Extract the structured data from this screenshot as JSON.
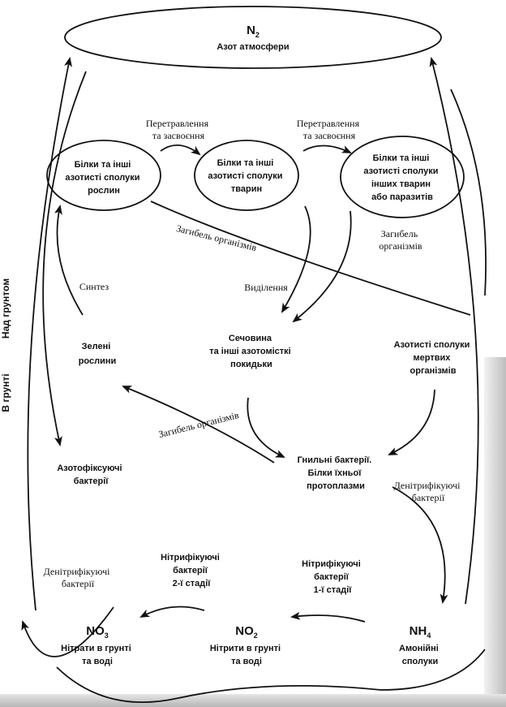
{
  "nodes": {
    "atmosphere": {
      "formula": "N",
      "sub": "2",
      "label": "Азот атмосфери"
    },
    "plants": [
      "Білки та інші",
      "азотисті сполуки",
      "рослин"
    ],
    "animals": [
      "Білки та інші",
      "азотисті сполуки",
      "тварин"
    ],
    "parasites": [
      "Білки та інші",
      "азотисті сполуки",
      "інших тварин",
      "або паразитів"
    ],
    "green_plants": [
      "Зелені",
      "рослини"
    ],
    "urea": [
      "Сечовина",
      "та інші азотомісткі",
      "покидьки"
    ],
    "dead": [
      "Азотисті сполуки",
      "мертвих",
      "організмів"
    ],
    "nitrogen_fixing": [
      "Азотофіксуючі",
      "бактерії"
    ],
    "putrefactive": [
      "Гнильні бактерії.",
      "Білки їхньої",
      "протоплазми"
    ],
    "nitrates": {
      "formula": "NO",
      "sub": "3",
      "lines": [
        "Нітрати в грунті",
        "та воді"
      ]
    },
    "nitrites": {
      "formula": "NO",
      "sub": "2",
      "lines": [
        "Нітрити в грунті",
        "та воді"
      ]
    },
    "ammonium": {
      "formula": "NH",
      "sub": "4",
      "lines": [
        "Амонійні",
        "сполуки"
      ]
    }
  },
  "processes": {
    "digestion_1": [
      "Перетравлення",
      "та засвоєння"
    ],
    "digestion_2": [
      "Перетравлення",
      "та засвоєння"
    ],
    "death_1": "Загибель організмів",
    "death_2": [
      "Загибель",
      "організмів"
    ],
    "death_3": "Загибель організмів",
    "excretion": "Виділення",
    "synthesis": "Синтез",
    "denitrifying_1": [
      "Денітрифікуючі",
      "бактерії"
    ],
    "denitrifying_2": [
      "Денітрифікуючі",
      "бактерії"
    ],
    "nitrifying_2": [
      "Нітрифікуючі",
      "бактерії",
      "2-ї стадії"
    ],
    "nitrifying_1": [
      "Нітрифікуючі",
      "бактерії",
      "1-ї стадії"
    ]
  },
  "side_labels": {
    "above_ground": "Над грунтом",
    "in_soil": "В грунті"
  }
}
